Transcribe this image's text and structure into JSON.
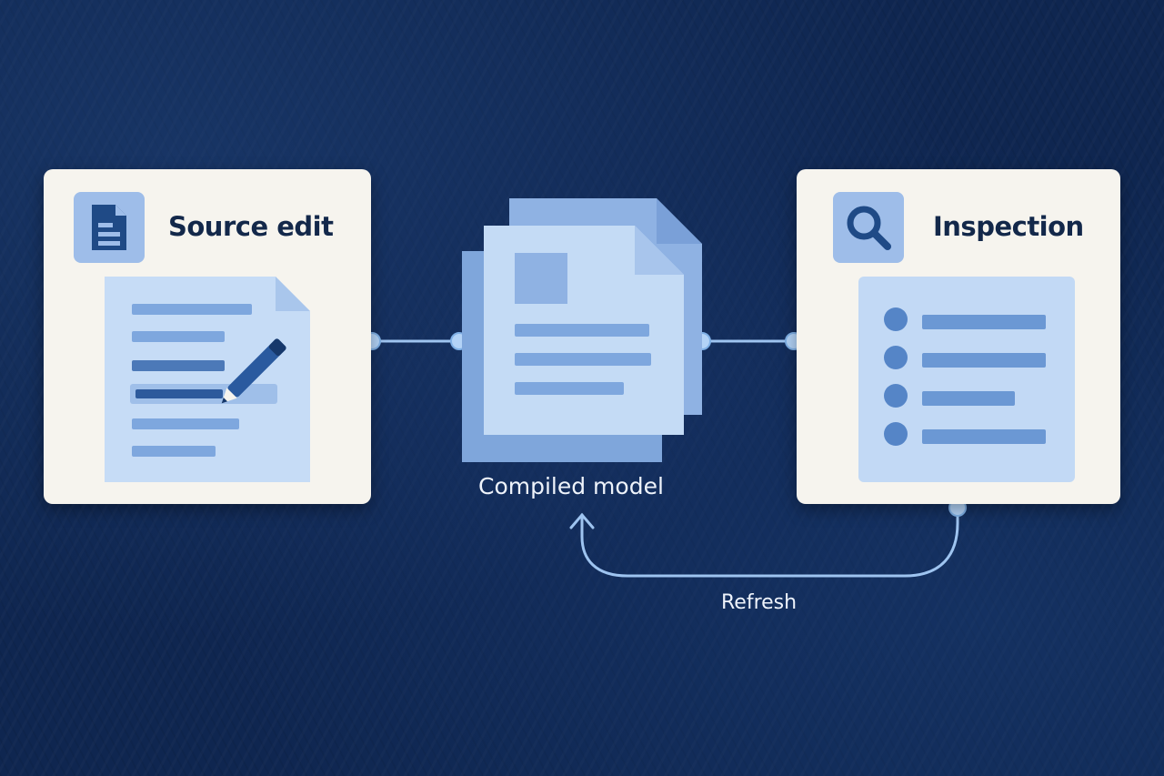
{
  "diagram": {
    "title": "",
    "nodes": {
      "source": {
        "title": "Source edit",
        "icon": "document-icon"
      },
      "compiled": {
        "label": "Compiled model",
        "icon": "stacked-documents-icon"
      },
      "inspection": {
        "title": "Inspection",
        "icon": "magnifier-icon"
      }
    },
    "edges": [
      {
        "from": "source",
        "to": "compiled",
        "label": ""
      },
      {
        "from": "compiled",
        "to": "inspection",
        "label": ""
      },
      {
        "from": "inspection",
        "to": "compiled",
        "label": "Refresh"
      }
    ],
    "refresh_label": "Refresh"
  },
  "colors": {
    "background": "#0f2650",
    "card": "#f6f4ee",
    "accent_light": "#c2d9f5",
    "accent_mid": "#6b98d4",
    "accent_dark": "#1f4a86",
    "title_text": "#13284a",
    "connector": "#9ec4f0"
  }
}
